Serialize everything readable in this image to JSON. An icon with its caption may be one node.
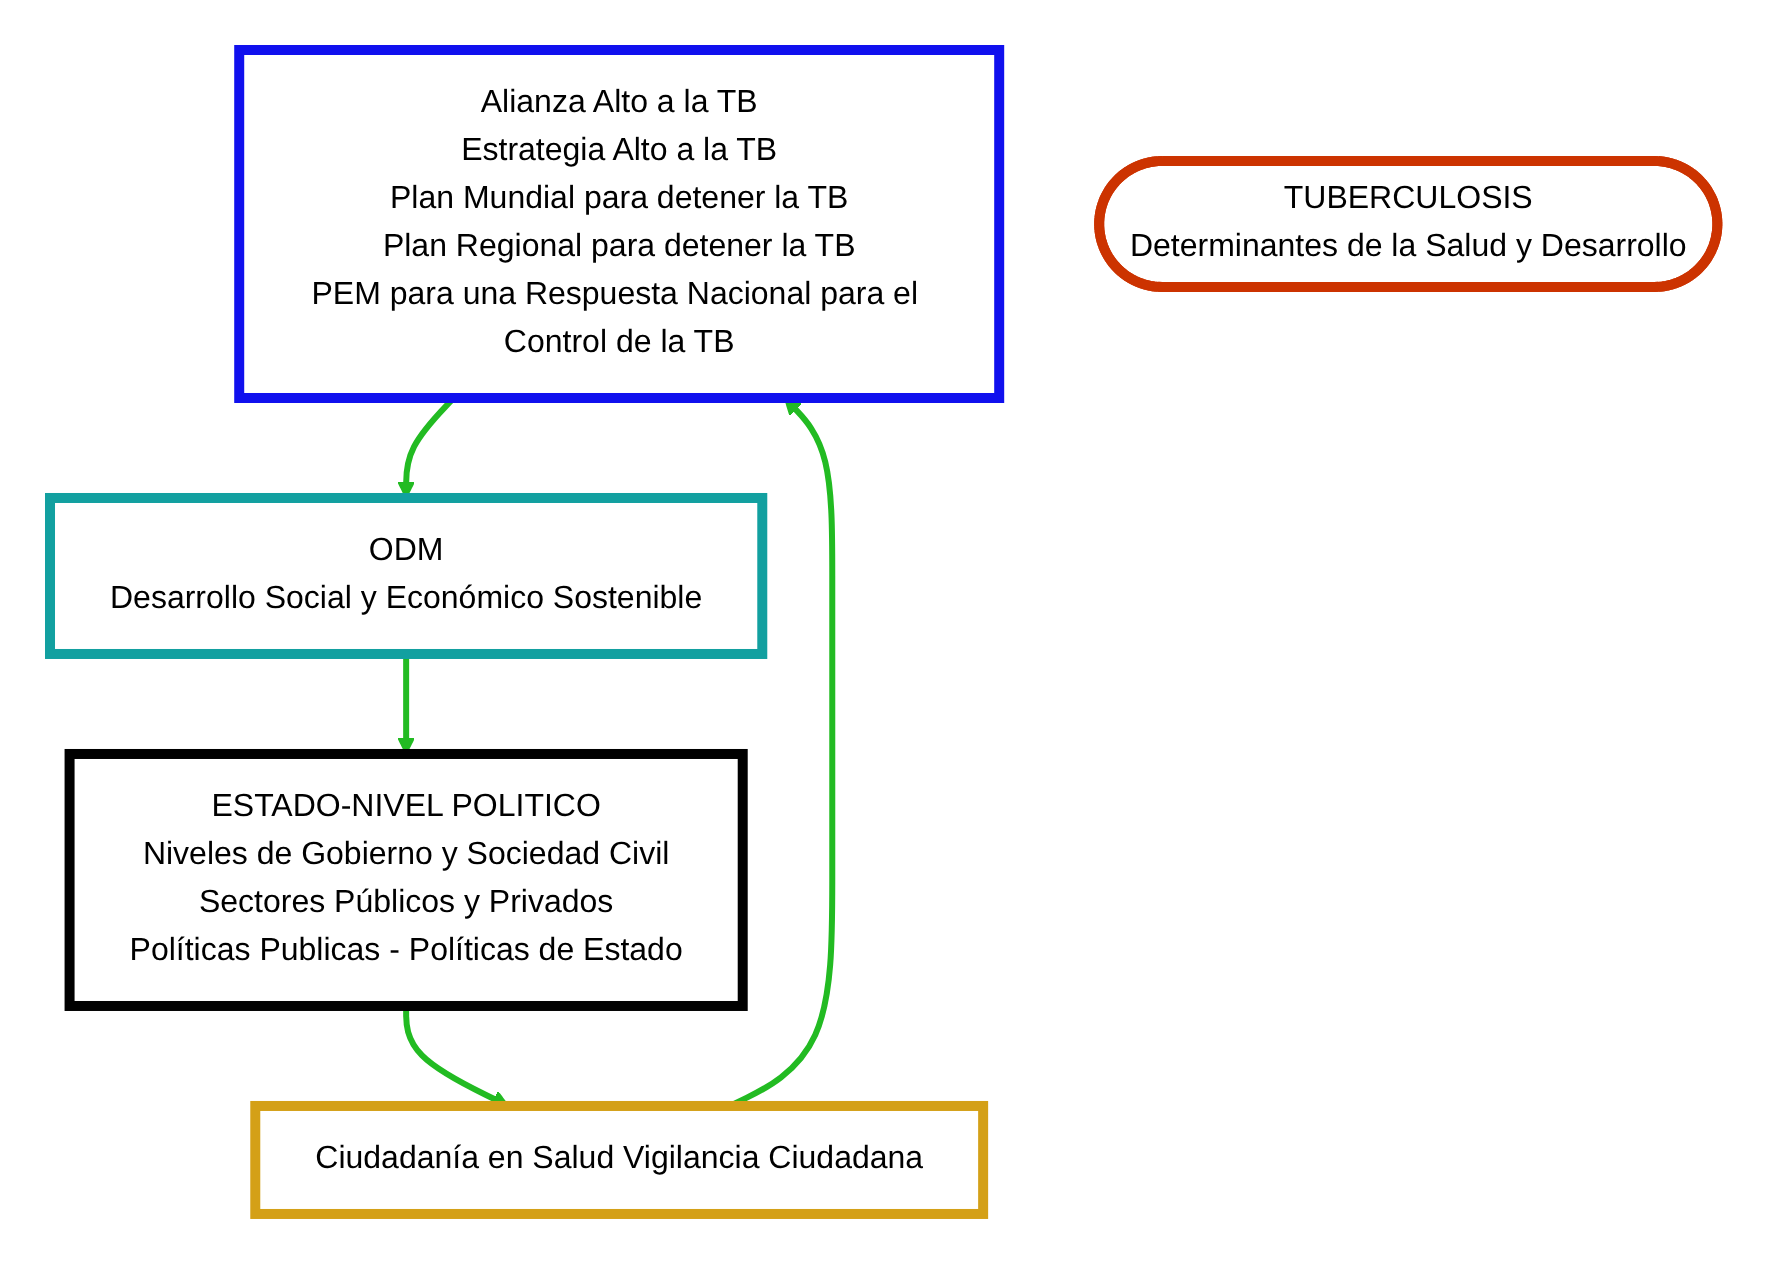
{
  "diagram": {
    "nodes": [
      {
        "text": [
          "Alianza Alto a la TB",
          "Estrategia Alto a la TB",
          "Plan Mundial para detener la TB",
          "Plan Regional para detener la TB",
          "PEM para una Respuesta Nacional para el Control de la TB"
        ]
      },
      {
        "text": [
          "Ciudadanía en Salud Vigilancia Ciudadana"
        ]
      },
      {
        "text": [
          "TUBERCULOSIS",
          "Determinantes de la Salud y Desarrollo"
        ]
      },
      {
        "text": [
          "ODM",
          "Desarrollo Social y Económico Sostenible"
        ]
      },
      {
        "text": [
          "ESTADO-NIVEL POLITICO",
          "Niveles de Gobierno y Sociedad Civil",
          "Sectores Públicos y Privados",
          "Políticas Publicas - Políticas de Estado"
        ]
      }
    ],
    "edges": [
      {
        "from": 0,
        "to": 3,
        "arrow": "to"
      },
      {
        "from": 3,
        "to": 4,
        "arrow": "to"
      },
      {
        "from": 4,
        "to": 1,
        "arrow": "to"
      },
      {
        "from": 1,
        "to": 0,
        "arrow": "to"
      }
    ]
  }
}
